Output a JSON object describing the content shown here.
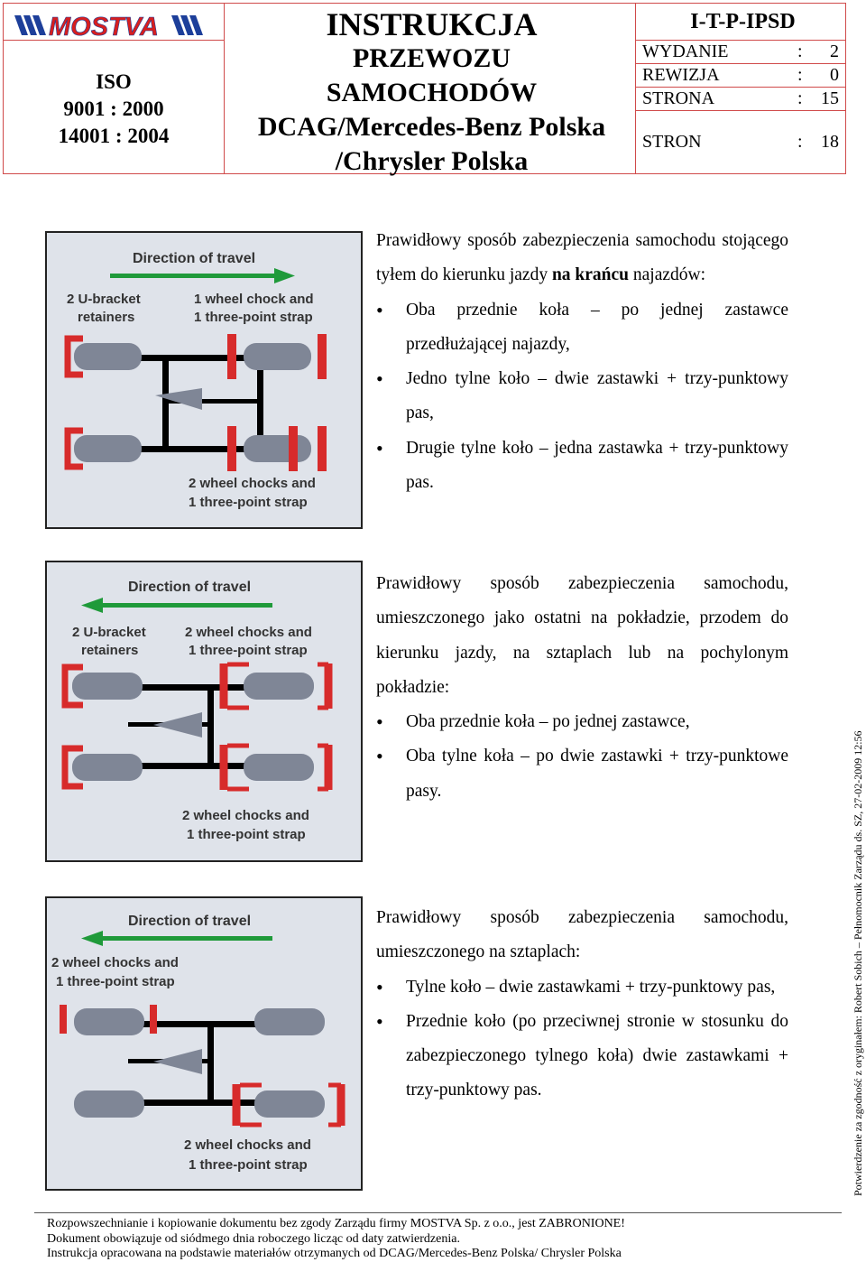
{
  "header": {
    "logo_text": "MOSTVA",
    "iso_lines": [
      "ISO",
      "9001 : 2000",
      "14001 : 2004"
    ],
    "title_lines": [
      "INSTRUKCJA",
      "PRZEWOZU",
      "SAMOCHODÓW",
      "DCAG/Mercedes-Benz Polska",
      "/Chrysler Polska"
    ],
    "doc_code": "I-T-P-IPSD",
    "meta": [
      {
        "key": "WYDANIE",
        "sep": ":",
        "value": "2"
      },
      {
        "key": "REWIZJA",
        "sep": ":",
        "value": "0"
      },
      {
        "key": "STRONA",
        "sep": ":",
        "value": "15"
      },
      {
        "key": "STRON",
        "sep": ":",
        "value": "18"
      }
    ]
  },
  "colors": {
    "border": "#d04a4a",
    "vehicle": "#7f8696",
    "green": "#1f9a3a",
    "red": "#d72b2b",
    "black": "#000000"
  },
  "sections": [
    {
      "figure": {
        "heading": "Direction of travel",
        "label_tl": [
          "2 U-bracket",
          "retainers"
        ],
        "label_tr": [
          "1 wheel chock and",
          "1 three-point strap"
        ],
        "label_bottom": [
          "2 wheel chocks and",
          "1 three-point strap"
        ]
      },
      "intro_pre": "Prawidłowy sposób zabezpieczenia samochodu stojącego tyłem do kierunku jazdy ",
      "intro_bold": "na krańcu",
      "intro_post": " najazdów:",
      "bullets": [
        "Oba przednie koła – po jednej zastawce przedłużającej najazdy,",
        "Jedno tylne koło – dwie zastawki + trzy-punktowy pas,",
        "Drugie tylne koło – jedna zastawka + trzy-punktowy pas."
      ]
    },
    {
      "figure": {
        "heading": "Direction of travel",
        "label_tl": [
          "2 U-bracket",
          "retainers"
        ],
        "label_tr": [
          "2 wheel chocks and",
          "1 three-point strap"
        ],
        "label_bottom": [
          "2 wheel chocks and",
          "1 three-point strap"
        ]
      },
      "intro": " Prawidłowy sposób zabezpieczenia samochodu, umieszczonego jako ostatni na pokładzie, przodem do kierunku jazdy, na sztaplach lub na pochylonym pokładzie:",
      "bullets": [
        "Oba przednie koła – po jednej zastawce,",
        "Oba tylne koła – po dwie zastawki + trzy-punktowe pasy."
      ]
    },
    {
      "figure": {
        "heading": "Direction of travel",
        "label_tl": [
          "2 wheel chocks and",
          "1 three-point strap"
        ],
        "label_bottom": [
          "2 wheel chocks and",
          "1 three-point strap"
        ]
      },
      "intro": "Prawidłowy sposób zabezpieczenia samochodu, umieszczonego na sztaplach:",
      "bullets": [
        "Tylne koło – dwie zastawkami + trzy-punktowy pas,",
        "Przednie koło (po przeciwnej stronie w stosunku do zabezpieczonego tylnego koła) dwie zastawkami + trzy-punktowy pas."
      ]
    }
  ],
  "side_note": "Potwierdzenie za zgodność z oryginałem: Robert Sobich – Pełnomocnik Zarządu ds. SZ, 27-02-2009 12:56",
  "footer": [
    "Rozpowszechnianie i kopiowanie dokumentu bez zgody Zarządu firmy MOSTVA Sp. z o.o., jest ZABRONIONE!",
    "Dokument obowiązuje od siódmego dnia roboczego licząc od daty zatwierdzenia.",
    "Instrukcja opracowana na podstawie materiałów otrzymanych od DCAG/Mercedes-Benz Polska/ Chrysler Polska"
  ]
}
